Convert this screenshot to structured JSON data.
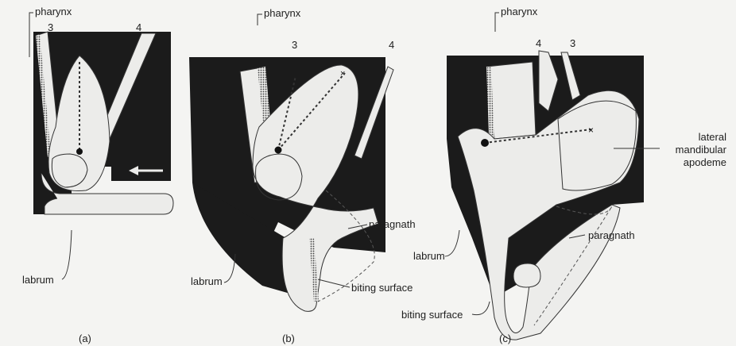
{
  "panels": {
    "a": {
      "caption": "(a)",
      "numbers": [
        "3",
        "4"
      ],
      "labels": {
        "pharynx": "pharynx",
        "labrum": "labrum"
      }
    },
    "b": {
      "caption": "(b)",
      "numbers": [
        "3",
        "4"
      ],
      "labels": {
        "pharynx": "pharynx",
        "labrum": "labrum",
        "paragnath": "paragnath",
        "biting_surface": "biting surface"
      }
    },
    "c": {
      "caption": "(c)",
      "numbers": [
        "4",
        "3"
      ],
      "labels": {
        "pharynx": "pharynx",
        "labrum": "labrum",
        "paragnath": "paragnath",
        "biting_surface": "biting surface",
        "apodeme_lines": [
          "lateral",
          "mandibular",
          "apodeme"
        ]
      }
    }
  },
  "colors": {
    "dark": "#1b1b1b",
    "light": "#ececea",
    "line": "#333333",
    "background": "#f4f4f2"
  }
}
